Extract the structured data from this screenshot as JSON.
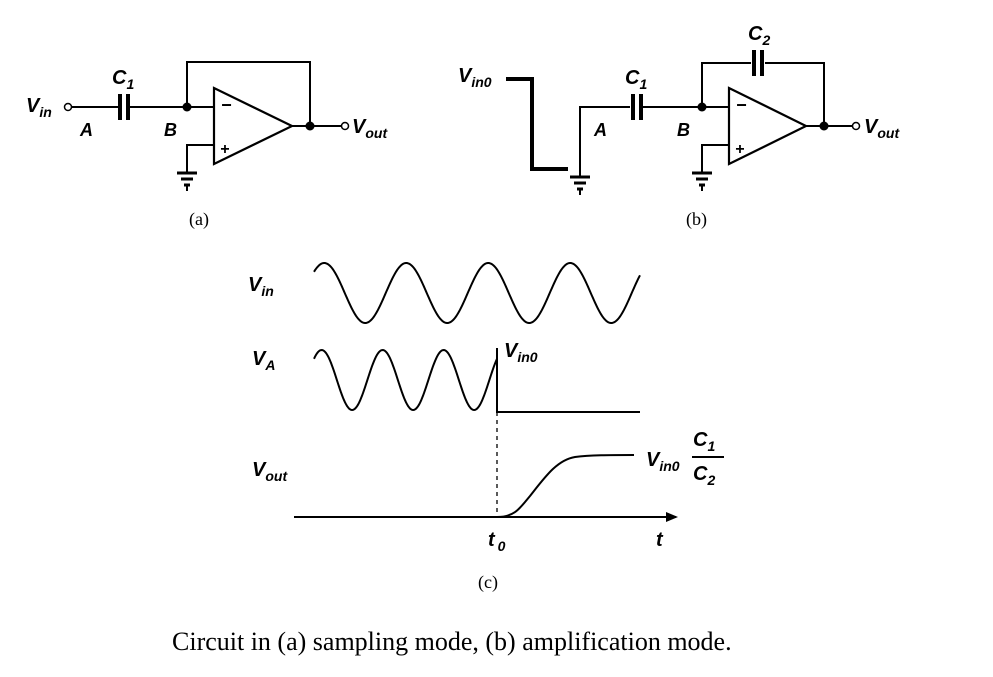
{
  "labels": {
    "vin": "V",
    "vin_sub": "in",
    "vout": "V",
    "vout_sub": "out",
    "c1": "C",
    "c1_sub": "1",
    "c2": "C",
    "c2_sub": "2",
    "node_a": "A",
    "node_b": "B",
    "vin0": "V",
    "vin0_sub": "in0",
    "va": "V",
    "va_sub": "A",
    "minus": "−",
    "plus": "+",
    "t0": "t",
    "t0_sub": "0",
    "t": "t",
    "gain_num": "C",
    "gain_num_sub": "1",
    "gain_den": "C",
    "gain_den_sub": "2"
  },
  "subcaptions": {
    "a": "(a)",
    "b": "(b)",
    "c": "(c)"
  },
  "caption": "Circuit  in (a) sampling mode, (b) amplification mode."
}
